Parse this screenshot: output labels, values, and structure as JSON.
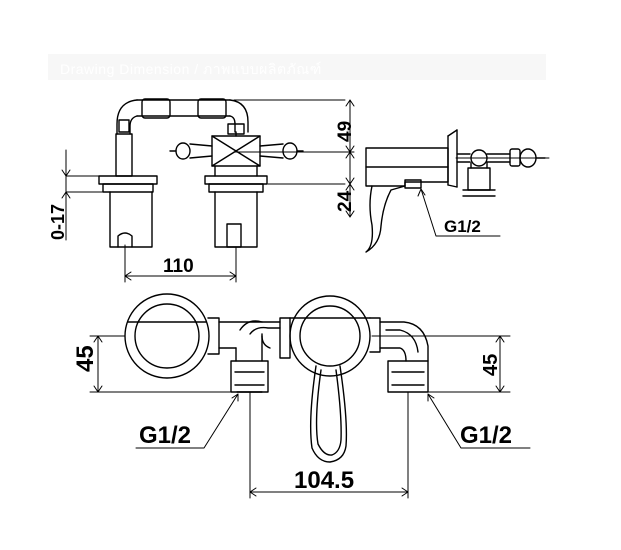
{
  "header": {
    "text": "Drawing Dimension / ภาพแบบผลิตภัณฑ์"
  },
  "dimensions": {
    "top_height": "49",
    "lower_height": "24",
    "adjust_range": "0-17",
    "centre_spacing": "110",
    "plan_width": "104.5",
    "left_depth": "45",
    "right_depth": "45"
  },
  "threads": {
    "side_view": "G1/2",
    "plan_left": "G1/2",
    "plan_right": "G1/2"
  },
  "colors": {
    "line": "#000000",
    "background": "#ffffff",
    "header": "#f7f7f7"
  }
}
